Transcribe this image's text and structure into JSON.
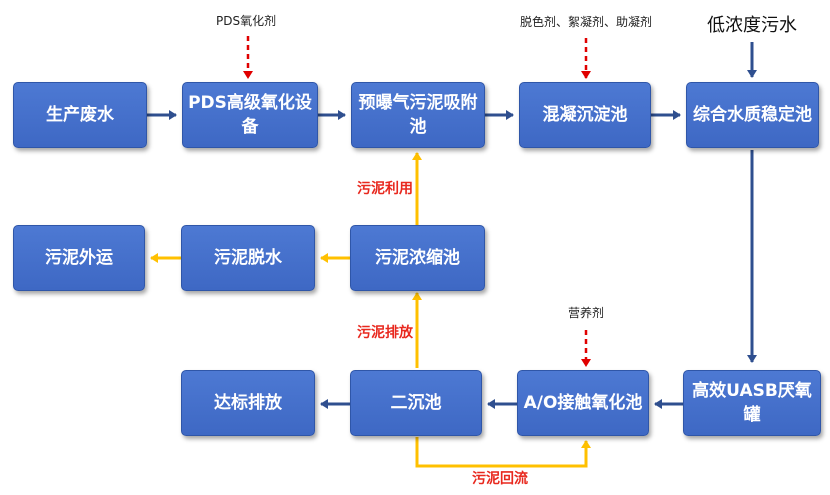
{
  "nodes": {
    "raw_wastewater": "生产废水",
    "pds_oxidation": "PDS高级氧化设备",
    "pre_aeration": "预曝气污泥吸附池",
    "coagulation": "混凝沉淀池",
    "equalization": "综合水质稳定池",
    "uasb": "高效UASB厌氧罐",
    "ao_contact": "A/O接触氧化池",
    "secondary_settling": "二沉池",
    "discharge": "达标排放",
    "sludge_thickener": "污泥浓缩池",
    "sludge_dewatering": "污泥脱水",
    "sludge_transport": "污泥外运"
  },
  "inputs": {
    "pds_oxidant": "PDS氧化剂",
    "coag_agents": "脱色剂、絮凝剂、助凝剂",
    "low_conc_wastewater": "低浓度污水",
    "nutrient": "营养剂"
  },
  "flow_labels": {
    "sludge_reuse": "污泥利用",
    "sludge_discharge": "污泥排放",
    "sludge_return": "污泥回流"
  },
  "colors": {
    "box": "#4472c4",
    "main_arrow": "#2f4f8f",
    "sludge_arrow": "#ffc000",
    "reagent_arrow": "#e00000",
    "sludge_label": "#e8281e"
  }
}
